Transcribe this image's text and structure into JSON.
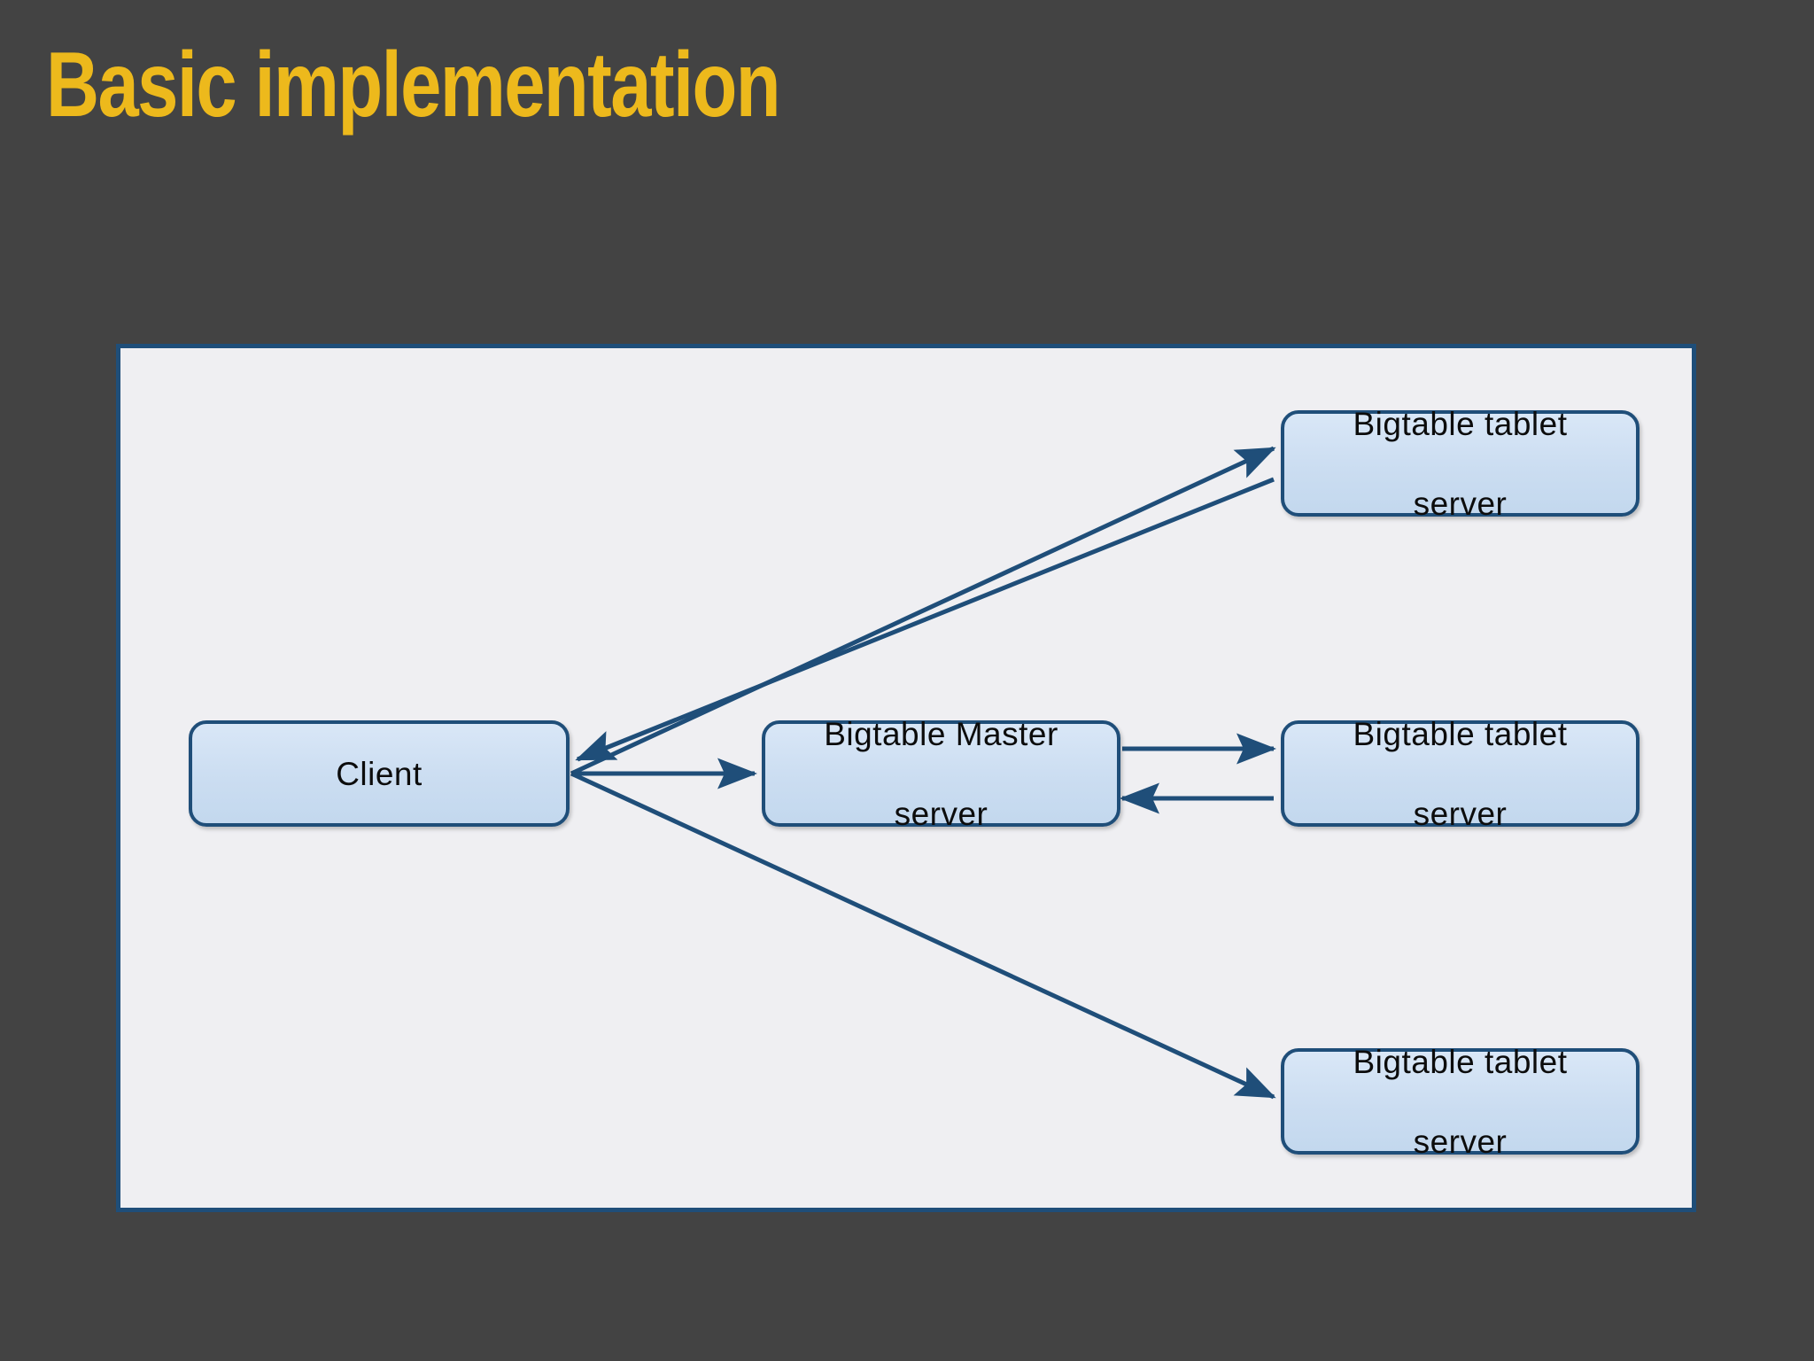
{
  "slide": {
    "title": "Basic implementation",
    "background_color": "#434343",
    "title_color": "#EDB91C"
  },
  "diagram": {
    "panel": {
      "background_color": "#EFEFF2",
      "border_color": "#1F4E79"
    },
    "node_style": {
      "fill_color": "#CBDDF1",
      "border_color": "#1F4E79",
      "text_color": "#0C0C0C"
    },
    "nodes": [
      {
        "id": "client",
        "label": "Client",
        "line1": "Client",
        "line2": ""
      },
      {
        "id": "master",
        "label": "Bigtable Master server",
        "line1": "Bigtable Master",
        "line2": "server"
      },
      {
        "id": "tablet-top",
        "label": "Bigtable tablet server",
        "line1": "Bigtable tablet",
        "line2": "server"
      },
      {
        "id": "tablet-middle",
        "label": "Bigtable tablet server",
        "line1": "Bigtable tablet",
        "line2": "server"
      },
      {
        "id": "tablet-bottom",
        "label": "Bigtable tablet server",
        "line1": "Bigtable tablet",
        "line2": "server"
      }
    ],
    "edges": [
      {
        "id": "client-to-master",
        "from": "client",
        "to": "master",
        "direction": "forward"
      },
      {
        "id": "client-to-tablet-top",
        "from": "client",
        "to": "tablet-top",
        "direction": "forward"
      },
      {
        "id": "tablet-top-to-client",
        "from": "tablet-top",
        "to": "client",
        "direction": "forward"
      },
      {
        "id": "client-to-tablet-bottom",
        "from": "client",
        "to": "tablet-bottom",
        "direction": "forward"
      },
      {
        "id": "master-to-tablet-middle",
        "from": "master",
        "to": "tablet-middle",
        "direction": "forward"
      },
      {
        "id": "tablet-middle-to-master",
        "from": "tablet-middle",
        "to": "master",
        "direction": "forward"
      }
    ]
  }
}
